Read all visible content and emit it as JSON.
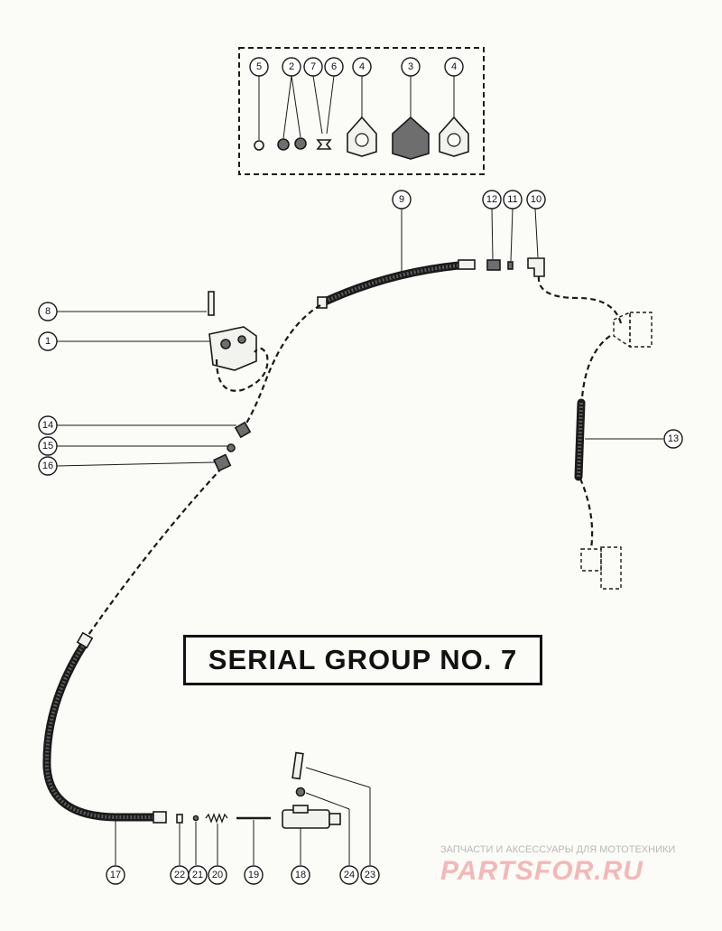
{
  "diagram_title": "SERIAL GROUP NO. 7",
  "callouts": [
    "5",
    "2",
    "7",
    "6",
    "4",
    "3",
    "4",
    "9",
    "12",
    "11",
    "10",
    "8",
    "1",
    "14",
    "15",
    "16",
    "13",
    "17",
    "22",
    "21",
    "20",
    "19",
    "18",
    "24",
    "23"
  ],
  "watermark": {
    "tagline": "ЗАПЧАСТИ И АКСЕССУАРЫ ДЛЯ МОТОТЕХНИКИ",
    "logo": "PARTSFOR.RU"
  },
  "colors": {
    "background": "#fbfbf7",
    "ink": "#1a1a1a",
    "watermark_text": "#b9b9b9",
    "watermark_logo": "#f3b8b8"
  },
  "icons": [
    "fuel-pump-icon",
    "gasket-icon",
    "diaphragm-icon",
    "fuel-hose-icon",
    "check-valve-icon",
    "primer-bulb-icon"
  ]
}
